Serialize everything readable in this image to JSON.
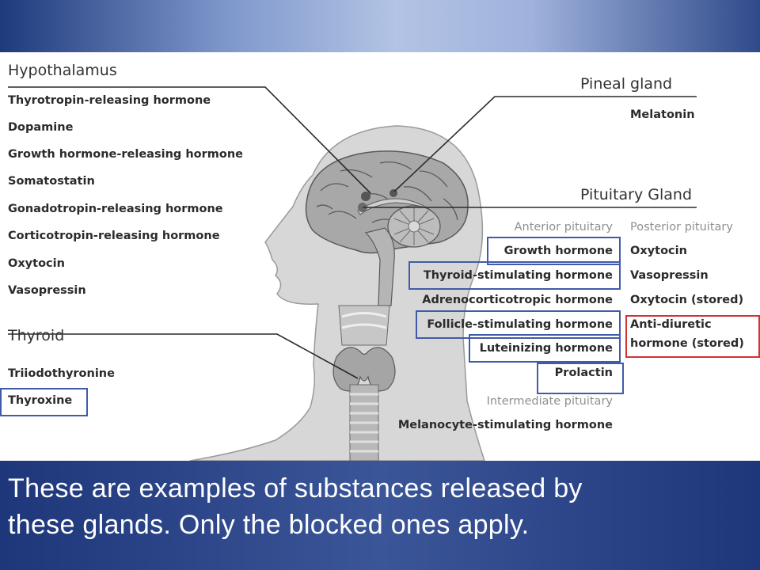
{
  "diagram": {
    "hypothalamus": {
      "title": "Hypothalamus",
      "hormones": [
        "Thyrotropin-releasing hormone",
        "Dopamine",
        "Growth hormone-releasing hormone",
        "Somatostatin",
        "Gonadotropin-releasing hormone",
        "Corticotropin-releasing hormone",
        "Oxytocin",
        "Vasopressin"
      ]
    },
    "thyroid": {
      "title": "Thyroid",
      "hormones": [
        "Triiodothyronine",
        "Thyroxine"
      ]
    },
    "pineal": {
      "title": "Pineal gland",
      "hormones": [
        "Melatonin"
      ]
    },
    "pituitary": {
      "title": "Pituitary Gland",
      "anterior_label": "Anterior pituitary",
      "anterior": [
        "Growth hormone",
        "Thyroid-stimulating hormone",
        "Adrenocorticotropic hormone",
        "Follicle-stimulating hormone",
        "Luteinizing hormone",
        "Prolactin"
      ],
      "posterior_label": "Posterior pituitary",
      "posterior": [
        "Oxytocin",
        "Vasopressin",
        "Oxytocin (stored)",
        "Anti-diuretic",
        "hormone (stored)"
      ],
      "intermediate_label": "Intermediate pituitary",
      "intermediate": [
        "Melanocyte-stimulating hormone"
      ]
    }
  },
  "caption": {
    "line1": "These are examples of substances released by",
    "line2": "these glands. Only the blocked ones apply."
  },
  "colors": {
    "highlight_blue": "#3f5ca8",
    "highlight_red": "#d33232",
    "band_blue": "#223a78"
  }
}
